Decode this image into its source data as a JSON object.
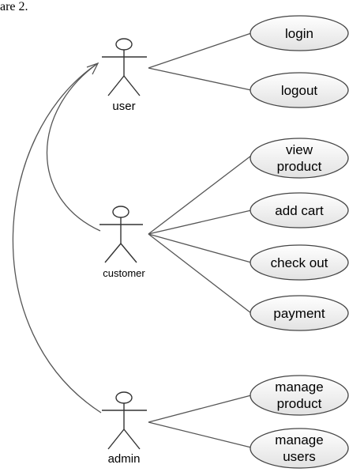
{
  "caption": "are 2.",
  "actors": {
    "user": "user",
    "customer": "customer",
    "admin": "admin"
  },
  "use_cases": {
    "login": [
      "login"
    ],
    "logout": [
      "logout"
    ],
    "view_product": [
      "view",
      "product"
    ],
    "add_cart": [
      "add cart"
    ],
    "check_out": [
      "check out"
    ],
    "payment": [
      "payment"
    ],
    "manage_product": [
      "manage",
      "product"
    ],
    "manage_users": [
      "manage",
      "users"
    ]
  }
}
